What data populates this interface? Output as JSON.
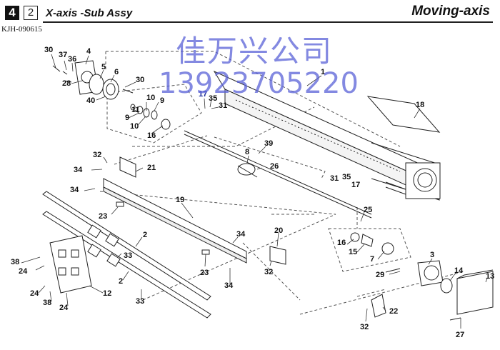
{
  "header": {
    "page_number": "4",
    "sub_number": "2",
    "title": "X-axis -Sub Assy",
    "category": "Moving-axis",
    "doc_code": "KJH-090615"
  },
  "watermark": {
    "company": "佳万兴公司",
    "phone": "13923705220"
  },
  "callouts": [
    {
      "id": "c30a",
      "text": "30"
    },
    {
      "id": "c37",
      "text": "37"
    },
    {
      "id": "c36",
      "text": "36"
    },
    {
      "id": "c4",
      "text": "4"
    },
    {
      "id": "c5",
      "text": "5"
    },
    {
      "id": "c6",
      "text": "6"
    },
    {
      "id": "c28",
      "text": "28"
    },
    {
      "id": "c30b",
      "text": "30"
    },
    {
      "id": "c40",
      "text": "40"
    },
    {
      "id": "c10a",
      "text": "10"
    },
    {
      "id": "c9a",
      "text": "9"
    },
    {
      "id": "c11",
      "text": "11"
    },
    {
      "id": "c9b",
      "text": "9"
    },
    {
      "id": "c10b",
      "text": "10"
    },
    {
      "id": "c16a",
      "text": "16"
    },
    {
      "id": "c17a",
      "text": "17"
    },
    {
      "id": "c35a",
      "text": "35"
    },
    {
      "id": "c31a",
      "text": "31"
    },
    {
      "id": "c1",
      "text": "1"
    },
    {
      "id": "c18",
      "text": "18"
    },
    {
      "id": "c39",
      "text": "39"
    },
    {
      "id": "c8",
      "text": "8"
    },
    {
      "id": "c26",
      "text": "26"
    },
    {
      "id": "c32a",
      "text": "32"
    },
    {
      "id": "c34a",
      "text": "34"
    },
    {
      "id": "c21",
      "text": "21"
    },
    {
      "id": "c34b",
      "text": "34"
    },
    {
      "id": "c31b",
      "text": "31"
    },
    {
      "id": "c35b",
      "text": "35"
    },
    {
      "id": "c17b",
      "text": "17"
    },
    {
      "id": "c19",
      "text": "19"
    },
    {
      "id": "c23a",
      "text": "23"
    },
    {
      "id": "c25",
      "text": "25"
    },
    {
      "id": "c2a",
      "text": "2"
    },
    {
      "id": "c33a",
      "text": "33"
    },
    {
      "id": "c34c",
      "text": "34"
    },
    {
      "id": "c20",
      "text": "20"
    },
    {
      "id": "c16b",
      "text": "16"
    },
    {
      "id": "c15",
      "text": "15"
    },
    {
      "id": "c7",
      "text": "7"
    },
    {
      "id": "c24a",
      "text": "24"
    },
    {
      "id": "c38a",
      "text": "38"
    },
    {
      "id": "c23b",
      "text": "23"
    },
    {
      "id": "c32b",
      "text": "32"
    },
    {
      "id": "c2b",
      "text": "2"
    },
    {
      "id": "c24b",
      "text": "24"
    },
    {
      "id": "c38b",
      "text": "38"
    },
    {
      "id": "c24c",
      "text": "24"
    },
    {
      "id": "c12",
      "text": "12"
    },
    {
      "id": "c33b",
      "text": "33"
    },
    {
      "id": "c34d",
      "text": "34"
    },
    {
      "id": "c3",
      "text": "3"
    },
    {
      "id": "c29",
      "text": "29"
    },
    {
      "id": "c14",
      "text": "14"
    },
    {
      "id": "c13",
      "text": "13"
    },
    {
      "id": "c22",
      "text": "22"
    },
    {
      "id": "c32c",
      "text": "32"
    },
    {
      "id": "c27",
      "text": "27"
    }
  ]
}
